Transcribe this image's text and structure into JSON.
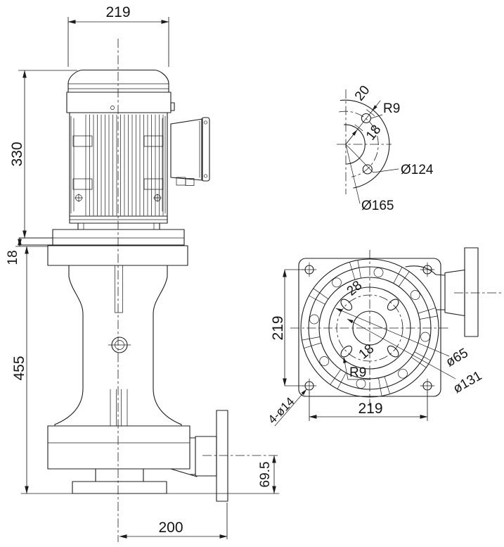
{
  "drawing": {
    "background": "#ffffff",
    "line_color": "#1c1c1c",
    "views": {
      "side": "side-elevation",
      "detail": "discharge-flange-detail",
      "plan": "plan-view"
    },
    "dims": {
      "motor_width": "219",
      "motor_height": "330",
      "plate_thickness": "18",
      "column_height": "455",
      "outlet_center_height": "69.5",
      "outlet_reach": "200",
      "detail_slot_width": "20",
      "detail_hole_radius": "R9",
      "detail_slot_spacing": "18",
      "detail_bolt_circle": "Ø124",
      "detail_outer_diameter": "Ø165",
      "plan_slot_outer": "28",
      "plan_height": "219",
      "plan_slot_inner": "18",
      "plan_hole_radius": "R9",
      "plan_corner_holes": "4-ø14",
      "plan_width": "219",
      "plan_bore": "ø65",
      "plan_bolt_circle": "ø131"
    }
  }
}
